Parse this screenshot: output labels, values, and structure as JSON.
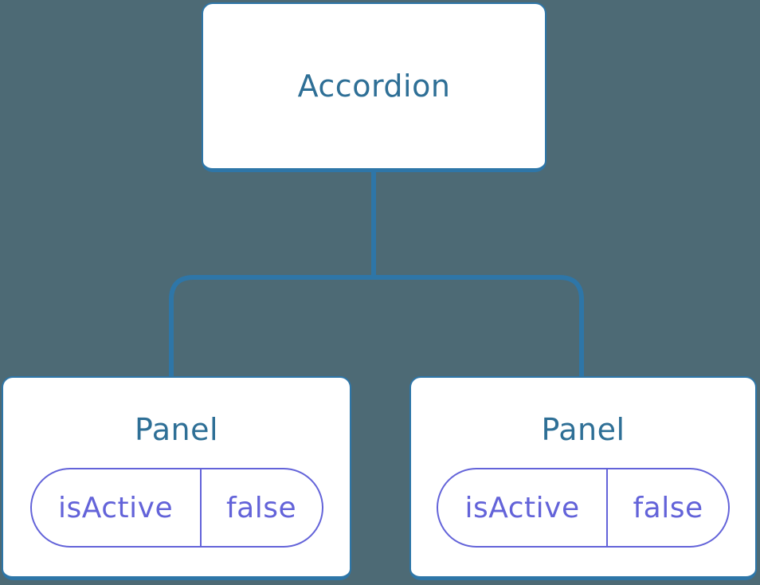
{
  "diagram": {
    "kind": "component-tree",
    "root": {
      "label": "Accordion"
    },
    "children": [
      {
        "label": "Panel",
        "state": {
          "key": "isActive",
          "value": "false"
        }
      },
      {
        "label": "Panel",
        "state": {
          "key": "isActive",
          "value": "false"
        }
      }
    ]
  },
  "colors": {
    "background": "#4D6A75",
    "connector-blue": "#2E76A8",
    "node-fill": "#FFFFFF",
    "node-title": "#2E6F96",
    "state-purple": "#6363D9"
  }
}
